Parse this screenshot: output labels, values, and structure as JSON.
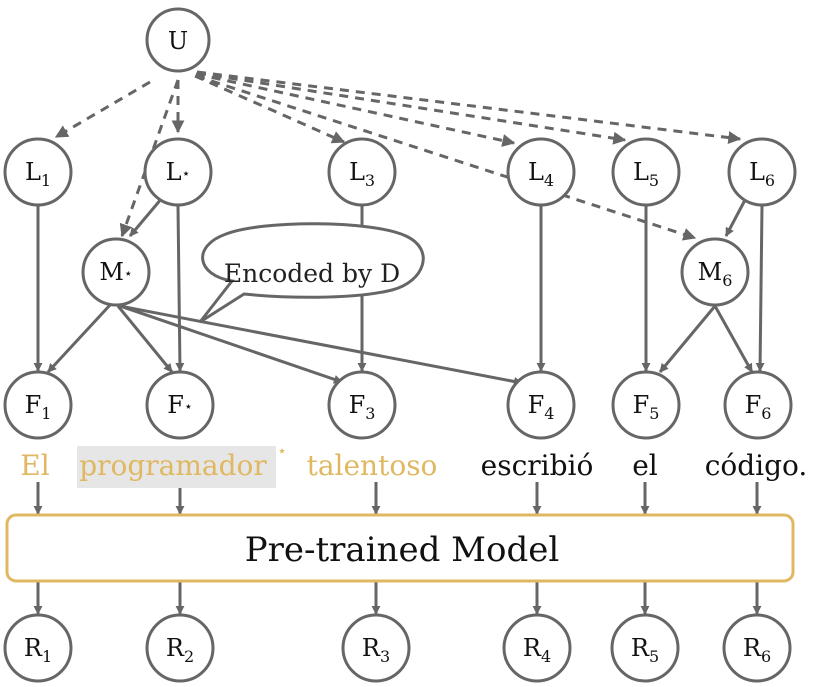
{
  "colors": {
    "stroke": "#666666",
    "highlight": "#E0B862",
    "highlight_box": "#E6E6E6",
    "text": "#111111"
  },
  "nodes": {
    "U": {
      "base": "U",
      "sub": ""
    },
    "L1": {
      "base": "L",
      "sub": "1"
    },
    "Lstar": {
      "base": "L",
      "sub": "⋆"
    },
    "L3": {
      "base": "L",
      "sub": "3"
    },
    "L4": {
      "base": "L",
      "sub": "4"
    },
    "L5": {
      "base": "L",
      "sub": "5"
    },
    "L6": {
      "base": "L",
      "sub": "6"
    },
    "Mstar": {
      "base": "M",
      "sub": "⋆"
    },
    "M6": {
      "base": "M",
      "sub": "6"
    },
    "F1": {
      "base": "F",
      "sub": "1"
    },
    "Fstar": {
      "base": "F",
      "sub": "⋆"
    },
    "F3": {
      "base": "F",
      "sub": "3"
    },
    "F4": {
      "base": "F",
      "sub": "4"
    },
    "F5": {
      "base": "F",
      "sub": "5"
    },
    "F6": {
      "base": "F",
      "sub": "6"
    },
    "R1": {
      "base": "R",
      "sub": "1"
    },
    "R2": {
      "base": "R",
      "sub": "2"
    },
    "R3": {
      "base": "R",
      "sub": "3"
    },
    "R4": {
      "base": "R",
      "sub": "4"
    },
    "R5": {
      "base": "R",
      "sub": "5"
    },
    "R6": {
      "base": "R",
      "sub": "6"
    }
  },
  "words": [
    {
      "text": "El",
      "highlight": true
    },
    {
      "text": "programador",
      "highlight": true,
      "boxed": true,
      "mark": "⋆"
    },
    {
      "text": "talentoso",
      "highlight": true
    },
    {
      "text": "escribió",
      "highlight": false
    },
    {
      "text": "el",
      "highlight": false
    },
    {
      "text": "código.",
      "highlight": false
    }
  ],
  "callout": "Encoded by D",
  "model_label": "Pre-trained Model"
}
